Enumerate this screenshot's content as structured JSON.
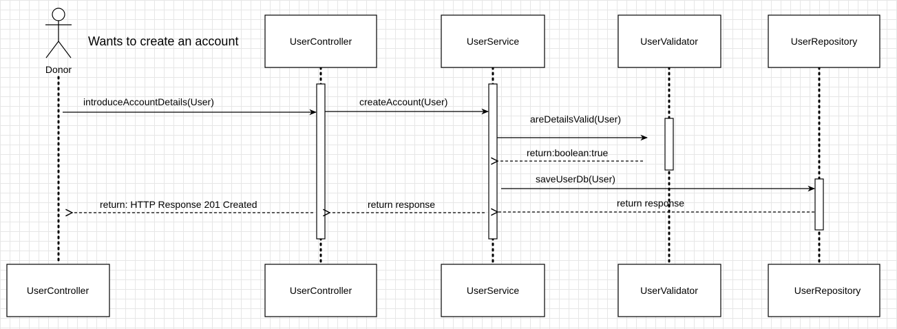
{
  "actor": {
    "name": "Donor"
  },
  "note": "Wants to create an account",
  "participants_top": [
    "UserController",
    "UserService",
    "UserValidator",
    "UserRepository"
  ],
  "participants_bottom": [
    "UserController",
    "UserController",
    "UserService",
    "UserValidator",
    "UserRepository"
  ],
  "messages": [
    {
      "label": "introduceAccountDetails(User)"
    },
    {
      "label": "createAccount(User)"
    },
    {
      "label": "areDetailsValid(User)"
    },
    {
      "label": "return:boolean:true"
    },
    {
      "label": "saveUserDb(User)"
    },
    {
      "label": "return: HTTP Response 201 Created"
    },
    {
      "label": "return response"
    },
    {
      "label": "return response"
    }
  ]
}
